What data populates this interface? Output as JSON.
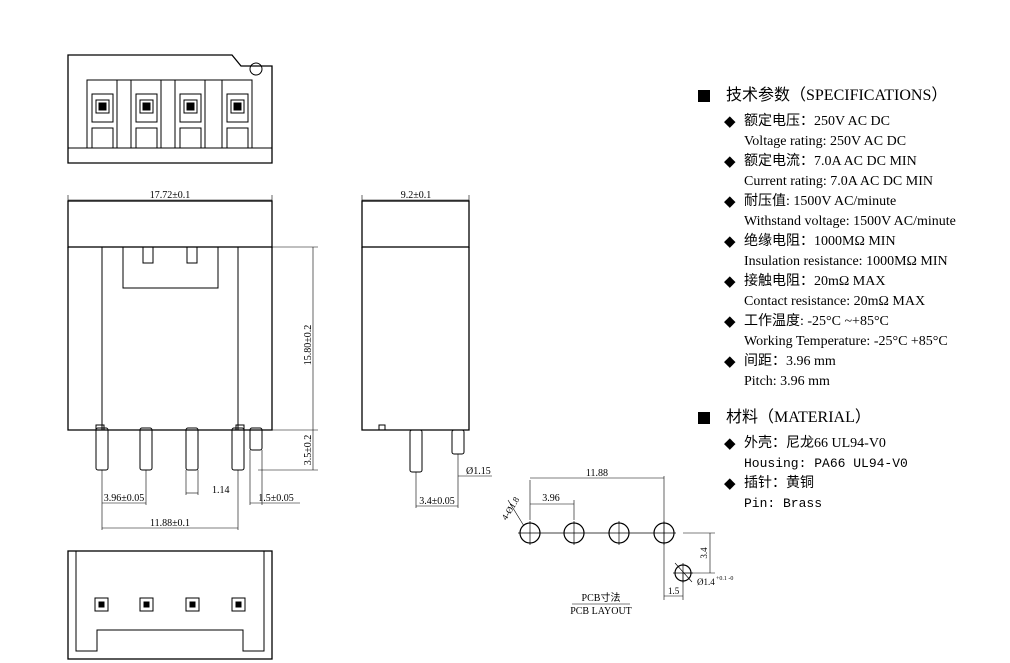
{
  "dimensions": {
    "width_total": "17.72±0.1",
    "height_body": "15.80±0.2",
    "pin_length": "3.5±0.2",
    "pitch": "3.96±0.05",
    "pin_square": "1.14",
    "pin_offset": "1.5±0.05",
    "span": "11.88±0.1",
    "side_width": "9.2±0.1",
    "side_pin_dia": "Ø1.15",
    "side_pin_offset": "3.4±0.05"
  },
  "pcb": {
    "span": "11.88",
    "pitch": "3.96",
    "hole_dia": "4-Ø1.8",
    "offset_v": "3.4",
    "peg_dia": "Ø1.4",
    "peg_tol": "+0.1 -0",
    "offset_h": "1.5",
    "label_cn": "PCB寸法",
    "label_en": "PCB LAYOUT"
  },
  "specifications": {
    "title": "技术参数（SPECIFICATIONS）",
    "items": [
      {
        "cn": "额定电压：250V AC DC",
        "en": "Voltage rating: 250V AC DC"
      },
      {
        "cn": "额定电流：7.0A AC DC  MIN",
        "en": "Current rating: 7.0A  AC DC  MIN"
      },
      {
        "cn": "耐压值: 1500V AC/minute",
        "en": "Withstand voltage: 1500V AC/minute"
      },
      {
        "cn": "绝缘电阻：1000MΩ  MIN",
        "en": "Insulation resistance: 1000MΩ  MIN"
      },
      {
        "cn": "接触电阻：20mΩ  MAX",
        "en": "Contact resistance:  20mΩ  MAX"
      },
      {
        "cn": "工作温度: -25°C ~+85°C",
        "en": "Working Temperature: -25°C  +85°C"
      },
      {
        "cn": "间距：3.96 mm",
        "en": "Pitch: 3.96 mm"
      }
    ]
  },
  "material": {
    "title": "材料（MATERIAL）",
    "items": [
      {
        "cn": "外壳：尼龙66 UL94-V0",
        "en": "Housing:  PA66 UL94-V0"
      },
      {
        "cn": "插针：黄铜",
        "en": "Pin: Brass"
      }
    ]
  }
}
